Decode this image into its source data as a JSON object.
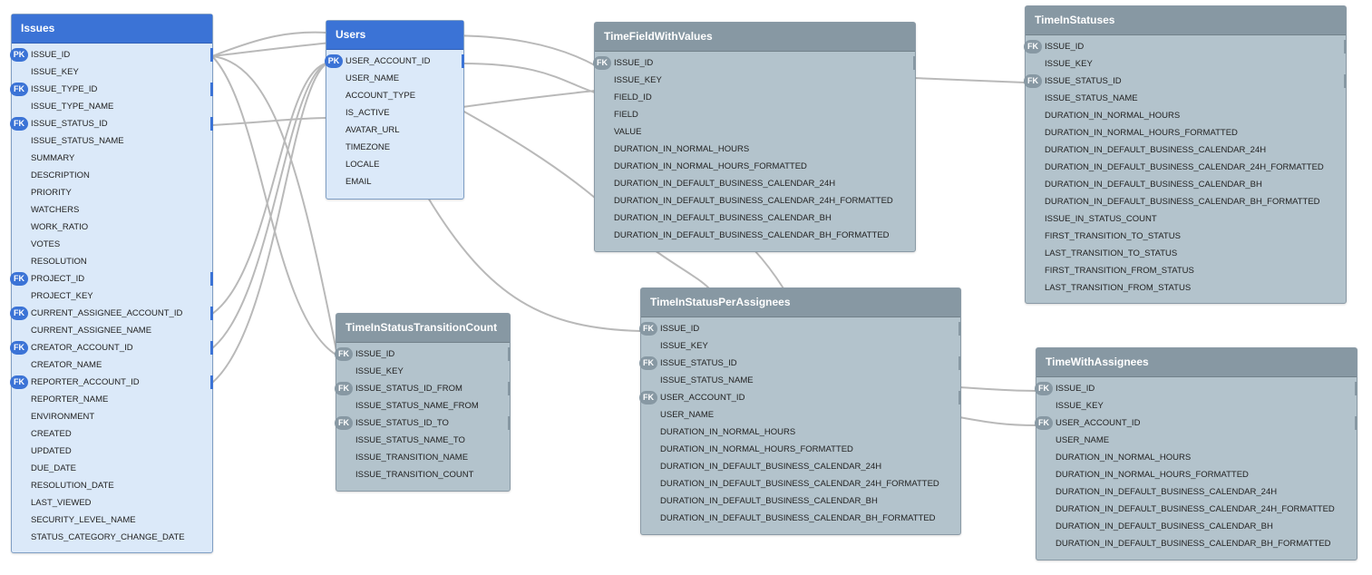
{
  "tables": {
    "issues": {
      "title": "Issues",
      "rows": [
        {
          "label": "ISSUE_ID",
          "badge": "PK"
        },
        {
          "label": "ISSUE_KEY"
        },
        {
          "label": "ISSUE_TYPE_ID",
          "badge": "FK"
        },
        {
          "label": "ISSUE_TYPE_NAME"
        },
        {
          "label": "ISSUE_STATUS_ID",
          "badge": "FK"
        },
        {
          "label": "ISSUE_STATUS_NAME"
        },
        {
          "label": "SUMMARY"
        },
        {
          "label": "DESCRIPTION"
        },
        {
          "label": "PRIORITY"
        },
        {
          "label": "WATCHERS"
        },
        {
          "label": "WORK_RATIO"
        },
        {
          "label": "VOTES"
        },
        {
          "label": "RESOLUTION"
        },
        {
          "label": "PROJECT_ID",
          "badge": "FK"
        },
        {
          "label": "PROJECT_KEY"
        },
        {
          "label": "CURRENT_ASSIGNEE_ACCOUNT_ID",
          "badge": "FK"
        },
        {
          "label": "CURRENT_ASSIGNEE_NAME"
        },
        {
          "label": "CREATOR_ACCOUNT_ID",
          "badge": "FK"
        },
        {
          "label": "CREATOR_NAME"
        },
        {
          "label": "REPORTER_ACCOUNT_ID",
          "badge": "FK"
        },
        {
          "label": "REPORTER_NAME"
        },
        {
          "label": "ENVIRONMENT"
        },
        {
          "label": "CREATED"
        },
        {
          "label": "UPDATED"
        },
        {
          "label": "DUE_DATE"
        },
        {
          "label": "RESOLUTION_DATE"
        },
        {
          "label": "LAST_VIEWED"
        },
        {
          "label": "SECURITY_LEVEL_NAME"
        },
        {
          "label": "STATUS_CATEGORY_CHANGE_DATE"
        }
      ]
    },
    "users": {
      "title": "Users",
      "rows": [
        {
          "label": "USER_ACCOUNT_ID",
          "badge": "PK"
        },
        {
          "label": "USER_NAME"
        },
        {
          "label": "ACCOUNT_TYPE"
        },
        {
          "label": "IS_ACTIVE"
        },
        {
          "label": "AVATAR_URL"
        },
        {
          "label": "TIMEZONE"
        },
        {
          "label": "LOCALE"
        },
        {
          "label": "EMAIL"
        }
      ]
    },
    "time_field_with_values": {
      "title": "TimeFieldWithValues",
      "rows": [
        {
          "label": "ISSUE_ID",
          "badge": "FK"
        },
        {
          "label": "ISSUE_KEY"
        },
        {
          "label": "FIELD_ID"
        },
        {
          "label": "FIELD"
        },
        {
          "label": "VALUE"
        },
        {
          "label": "DURATION_IN_NORMAL_HOURS"
        },
        {
          "label": "DURATION_IN_NORMAL_HOURS_FORMATTED"
        },
        {
          "label": "DURATION_IN_DEFAULT_BUSINESS_CALENDAR_24H"
        },
        {
          "label": "DURATION_IN_DEFAULT_BUSINESS_CALENDAR_24H_FORMATTED"
        },
        {
          "label": "DURATION_IN_DEFAULT_BUSINESS_CALENDAR_BH"
        },
        {
          "label": "DURATION_IN_DEFAULT_BUSINESS_CALENDAR_BH_FORMATTED"
        }
      ]
    },
    "time_in_statuses": {
      "title": "TimeInStatuses",
      "rows": [
        {
          "label": "ISSUE_ID",
          "badge": "FK"
        },
        {
          "label": "ISSUE_KEY"
        },
        {
          "label": "ISSUE_STATUS_ID",
          "badge": "FK"
        },
        {
          "label": "ISSUE_STATUS_NAME"
        },
        {
          "label": "DURATION_IN_NORMAL_HOURS"
        },
        {
          "label": "DURATION_IN_NORMAL_HOURS_FORMATTED"
        },
        {
          "label": "DURATION_IN_DEFAULT_BUSINESS_CALENDAR_24H"
        },
        {
          "label": "DURATION_IN_DEFAULT_BUSINESS_CALENDAR_24H_FORMATTED"
        },
        {
          "label": "DURATION_IN_DEFAULT_BUSINESS_CALENDAR_BH"
        },
        {
          "label": "DURATION_IN_DEFAULT_BUSINESS_CALENDAR_BH_FORMATTED"
        },
        {
          "label": "ISSUE_IN_STATUS_COUNT"
        },
        {
          "label": "FIRST_TRANSITION_TO_STATUS"
        },
        {
          "label": "LAST_TRANSITION_TO_STATUS"
        },
        {
          "label": "FIRST_TRANSITION_FROM_STATUS"
        },
        {
          "label": "LAST_TRANSITION_FROM_STATUS"
        }
      ]
    },
    "time_in_status_transition_count": {
      "title": "TimeInStatusTransitionCount",
      "rows": [
        {
          "label": "ISSUE_ID",
          "badge": "FK"
        },
        {
          "label": "ISSUE_KEY"
        },
        {
          "label": "ISSUE_STATUS_ID_FROM",
          "badge": "FK"
        },
        {
          "label": "ISSUE_STATUS_NAME_FROM"
        },
        {
          "label": "ISSUE_STATUS_ID_TO",
          "badge": "FK"
        },
        {
          "label": "ISSUE_STATUS_NAME_TO"
        },
        {
          "label": "ISSUE_TRANSITION_NAME"
        },
        {
          "label": "ISSUE_TRANSITION_COUNT"
        }
      ]
    },
    "time_in_status_per_assignees": {
      "title": "TimeInStatusPerAssignees",
      "rows": [
        {
          "label": "ISSUE_ID",
          "badge": "FK"
        },
        {
          "label": "ISSUE_KEY"
        },
        {
          "label": "ISSUE_STATUS_ID",
          "badge": "FK"
        },
        {
          "label": "ISSUE_STATUS_NAME"
        },
        {
          "label": "USER_ACCOUNT_ID",
          "badge": "FK"
        },
        {
          "label": "USER_NAME"
        },
        {
          "label": "DURATION_IN_NORMAL_HOURS"
        },
        {
          "label": "DURATION_IN_NORMAL_HOURS_FORMATTED"
        },
        {
          "label": "DURATION_IN_DEFAULT_BUSINESS_CALENDAR_24H"
        },
        {
          "label": "DURATION_IN_DEFAULT_BUSINESS_CALENDAR_24H_FORMATTED"
        },
        {
          "label": "DURATION_IN_DEFAULT_BUSINESS_CALENDAR_BH"
        },
        {
          "label": "DURATION_IN_DEFAULT_BUSINESS_CALENDAR_BH_FORMATTED"
        }
      ]
    },
    "time_with_assignees": {
      "title": "TimeWithAssignees",
      "rows": [
        {
          "label": "ISSUE_ID",
          "badge": "FK"
        },
        {
          "label": "ISSUE_KEY"
        },
        {
          "label": "USER_ACCOUNT_ID",
          "badge": "FK"
        },
        {
          "label": "USER_NAME"
        },
        {
          "label": "DURATION_IN_NORMAL_HOURS"
        },
        {
          "label": "DURATION_IN_NORMAL_HOURS_FORMATTED"
        },
        {
          "label": "DURATION_IN_DEFAULT_BUSINESS_CALENDAR_24H"
        },
        {
          "label": "DURATION_IN_DEFAULT_BUSINESS_CALENDAR_24H_FORMATTED"
        },
        {
          "label": "DURATION_IN_DEFAULT_BUSINESS_CALENDAR_BH"
        },
        {
          "label": "DURATION_IN_DEFAULT_BUSINESS_CALENDAR_BH_FORMATTED"
        }
      ]
    }
  },
  "colors": {
    "primary_header": "#3b73d6",
    "primary_body": "#dbe9f9",
    "secondary_header": "#8798a3",
    "secondary_body": "#b3c3cc",
    "connector": "#b8b8b8"
  }
}
